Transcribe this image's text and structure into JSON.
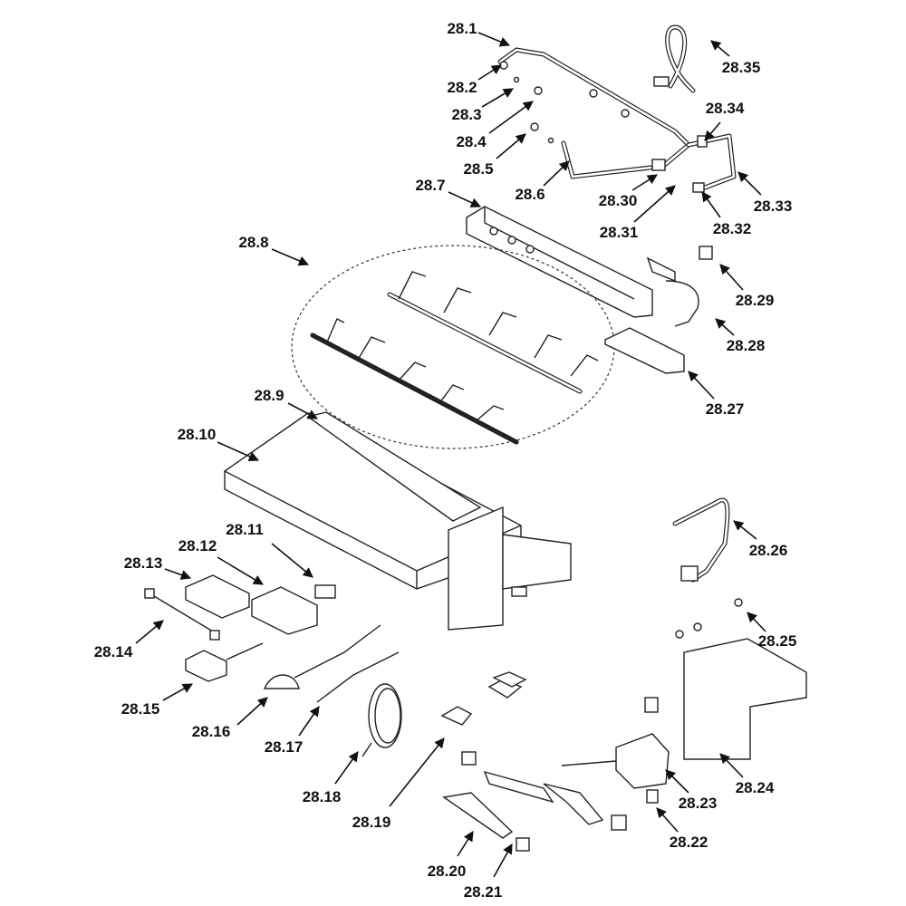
{
  "diagram": {
    "type": "exploded-parts-diagram",
    "callouts": [
      "28.1",
      "28.2",
      "28.3",
      "28.4",
      "28.5",
      "28.6",
      "28.7",
      "28.8",
      "28.9",
      "28.10",
      "28.11",
      "28.12",
      "28.13",
      "28.14",
      "28.15",
      "28.16",
      "28.17",
      "28.18",
      "28.19",
      "28.20",
      "28.21",
      "28.22",
      "28.23",
      "28.24",
      "28.25",
      "28.26",
      "28.27",
      "28.28",
      "28.29",
      "28.30",
      "28.31",
      "28.32",
      "28.33",
      "28.34",
      "28.35"
    ]
  }
}
